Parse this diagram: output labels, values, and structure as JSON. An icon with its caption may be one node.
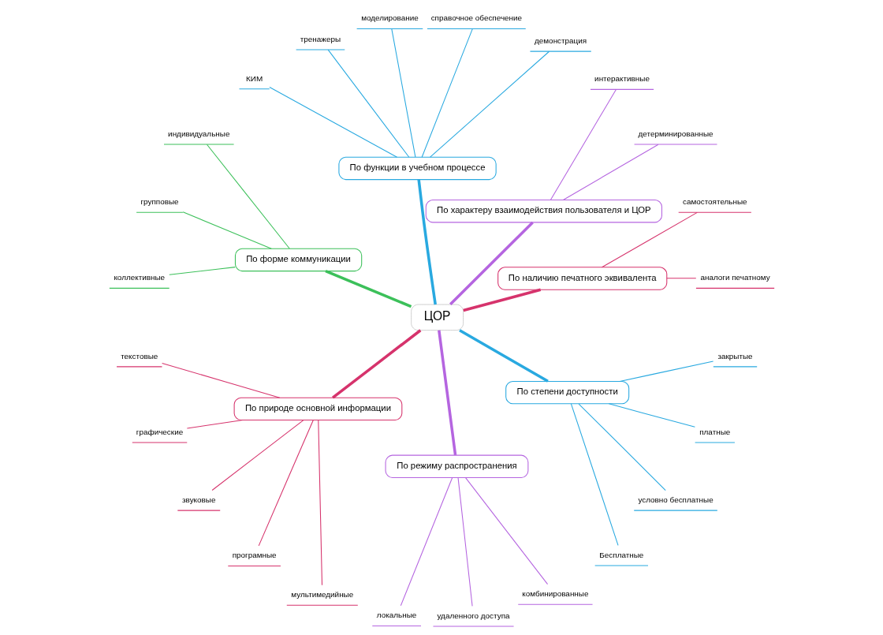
{
  "diagram": {
    "nodes": [
      {
        "text": [
          "ЦОР"
        ]
      },
      {
        "text": [
          "По наличию печатного эквивалента"
        ]
      },
      {
        "text": [
          "аналоги печатному"
        ]
      },
      {
        "text": [
          "самостоятельные"
        ]
      },
      {
        "text": [
          "По характеру взаимодействия пользователя и ЦОР"
        ]
      },
      {
        "text": [
          "детерминированные"
        ]
      },
      {
        "text": [
          "интерактивные"
        ]
      },
      {
        "text": [
          "По функции в учебном процессе"
        ]
      },
      {
        "text": [
          "демонстрация"
        ]
      },
      {
        "text": [
          "справочное обеспечение"
        ]
      },
      {
        "text": [
          "моделирование"
        ]
      },
      {
        "text": [
          "тренажеры"
        ]
      },
      {
        "text": [
          "КИМ"
        ]
      },
      {
        "text": [
          "По форме коммуникации"
        ]
      },
      {
        "text": [
          "индивидуальные"
        ]
      },
      {
        "text": [
          "групповые"
        ]
      },
      {
        "text": [
          "коллективные"
        ]
      },
      {
        "text": [
          "По природе основной информации"
        ]
      },
      {
        "text": [
          "текстовые"
        ]
      },
      {
        "text": [
          "графические"
        ]
      },
      {
        "text": [
          "звуковые"
        ]
      },
      {
        "text": [
          "програмные"
        ]
      },
      {
        "text": [
          "мультимедийные"
        ]
      },
      {
        "text": [
          "По режиму распространения"
        ]
      },
      {
        "text": [
          "локальные"
        ]
      },
      {
        "text": [
          "удаленного доступа"
        ]
      },
      {
        "text": [
          "комбинированные"
        ]
      },
      {
        "text": [
          "По степени доступности"
        ]
      },
      {
        "text": [
          "Бесплатные"
        ]
      },
      {
        "text": [
          "условно бесплатные"
        ]
      },
      {
        "text": [
          "платные"
        ]
      },
      {
        "text": [
          "закрытые"
        ]
      }
    ],
    "edges": [
      {
        "from": 0,
        "to": 1,
        "arrow": "none",
        "style": "thick",
        "color": "#d6336c"
      },
      {
        "from": 1,
        "to": 2,
        "arrow": "none",
        "color": "#d6336c"
      },
      {
        "from": 1,
        "to": 3,
        "arrow": "none",
        "color": "#d6336c"
      },
      {
        "from": 0,
        "to": 4,
        "arrow": "none",
        "style": "thick",
        "color": "#b565e0"
      },
      {
        "from": 4,
        "to": 5,
        "arrow": "none",
        "color": "#b565e0"
      },
      {
        "from": 4,
        "to": 6,
        "arrow": "none",
        "color": "#b565e0"
      },
      {
        "from": 0,
        "to": 7,
        "arrow": "none",
        "style": "thick"
      },
      {
        "from": 7,
        "to": 8,
        "arrow": "none"
      },
      {
        "from": 7,
        "to": 9,
        "arrow": "none"
      },
      {
        "from": 7,
        "to": 10,
        "arrow": "none"
      },
      {
        "from": 7,
        "to": 11,
        "arrow": "none"
      },
      {
        "from": 7,
        "to": 12,
        "arrow": "none"
      },
      {
        "from": 0,
        "to": 13,
        "arrow": "none",
        "style": "thick",
        "color": "#3cc05a"
      },
      {
        "from": 13,
        "to": 14,
        "arrow": "none",
        "color": "#3cc05a"
      },
      {
        "from": 13,
        "to": 15,
        "arrow": "none",
        "color": "#3cc05a"
      },
      {
        "from": 13,
        "to": 16,
        "arrow": "none",
        "color": "#3cc05a"
      },
      {
        "from": 0,
        "to": 17,
        "arrow": "none",
        "style": "thick",
        "color": "#d6336c"
      },
      {
        "from": 17,
        "to": 18,
        "arrow": "none",
        "color": "#d6336c"
      },
      {
        "from": 17,
        "to": 19,
        "arrow": "none",
        "color": "#d6336c"
      },
      {
        "from": 17,
        "to": 20,
        "arrow": "none",
        "color": "#d6336c"
      },
      {
        "from": 17,
        "to": 21,
        "arrow": "none",
        "color": "#d6336c"
      },
      {
        "from": 17,
        "to": 22,
        "arrow": "none",
        "color": "#d6336c"
      },
      {
        "from": 0,
        "to": 23,
        "arrow": "none",
        "style": "thick",
        "color": "#b565e0"
      },
      {
        "from": 23,
        "to": 24,
        "arrow": "none",
        "color": "#b565e0"
      },
      {
        "from": 23,
        "to": 25,
        "arrow": "none",
        "color": "#b565e0"
      },
      {
        "from": 23,
        "to": 26,
        "arrow": "none",
        "color": "#b565e0"
      },
      {
        "from": 0,
        "to": 27,
        "arrow": "none",
        "style": "thick"
      },
      {
        "from": 27,
        "to": 28,
        "arrow": "none"
      },
      {
        "from": 27,
        "to": 29,
        "arrow": "none"
      },
      {
        "from": 27,
        "to": 30,
        "arrow": "none"
      },
      {
        "from": 27,
        "to": 31,
        "arrow": "none"
      }
    ]
  }
}
